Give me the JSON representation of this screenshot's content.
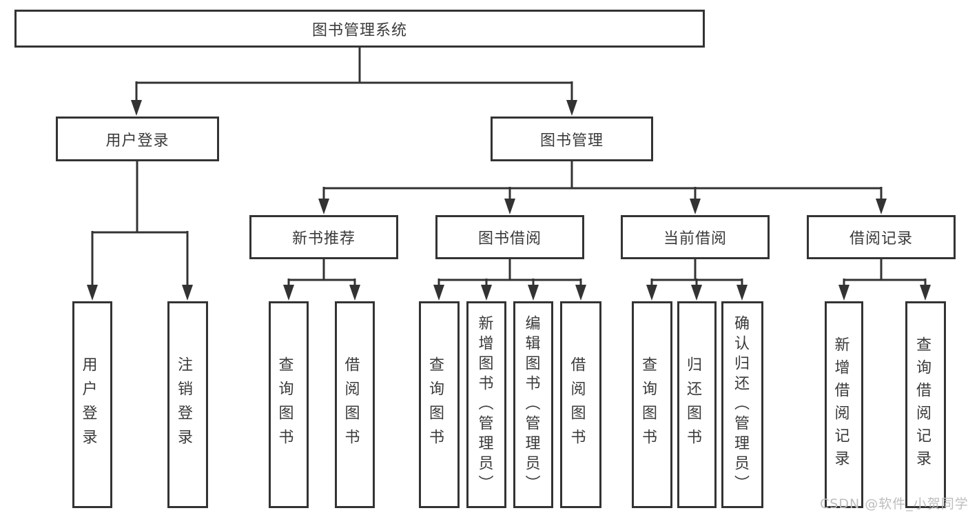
{
  "diagram": {
    "title": "图书管理系统",
    "level2": {
      "user_login": "用户登录",
      "book_mgmt": "图书管理"
    },
    "level3": {
      "new_books": "新书推荐",
      "book_borrow": "图书借阅",
      "current_borrow": "当前借阅",
      "borrow_records": "借阅记录"
    },
    "children": {
      "user_login": [
        "用户登录",
        "注销登录"
      ],
      "new_books": [
        "查询图书",
        "借阅图书"
      ],
      "book_borrow": [
        "查询图书",
        "新增图书（管理员）",
        "编辑图书（管理员）",
        "借阅图书"
      ],
      "current_borrow": [
        "查询图书",
        "归还图书",
        "确认归还（管理员）"
      ],
      "borrow_records": [
        "新增借阅记录",
        "查询借阅记录"
      ]
    }
  },
  "watermark": {
    "text": "CSDN @软件_小贺同学"
  },
  "colors": {
    "line": "#333333",
    "box_border": "#333333",
    "text": "#3a3a3a",
    "watermark": "#bdbdbd",
    "background": "#ffffff"
  }
}
